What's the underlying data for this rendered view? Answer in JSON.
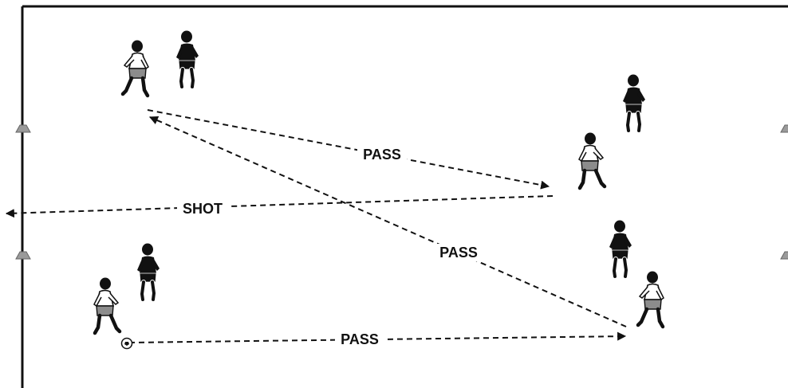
{
  "diagram": {
    "labels": {
      "pass_top": "PASS",
      "shot": "SHOT",
      "pass_diagonal": "PASS",
      "pass_bottom": "PASS"
    },
    "colors": {
      "line": "#111111",
      "field_border": "#111111",
      "white_team_shirt": "#ffffff",
      "black_team_shirt": "#111111",
      "shorts_white_team": "#8c8c8c",
      "cone": "#9a9a9a"
    },
    "players": [
      {
        "team": "white",
        "role": "attacker-top-left"
      },
      {
        "team": "black",
        "role": "defender-top-left"
      },
      {
        "team": "black",
        "role": "defender-top-right"
      },
      {
        "team": "white",
        "role": "attacker-right-middle"
      },
      {
        "team": "black",
        "role": "defender-right-lower"
      },
      {
        "team": "white",
        "role": "attacker-right-lower"
      },
      {
        "team": "white",
        "role": "attacker-bottom-left-with-ball"
      },
      {
        "team": "black",
        "role": "defender-bottom-left"
      }
    ],
    "icons": [
      "cone-icon",
      "ball-icon",
      "arrowhead-icon"
    ]
  }
}
